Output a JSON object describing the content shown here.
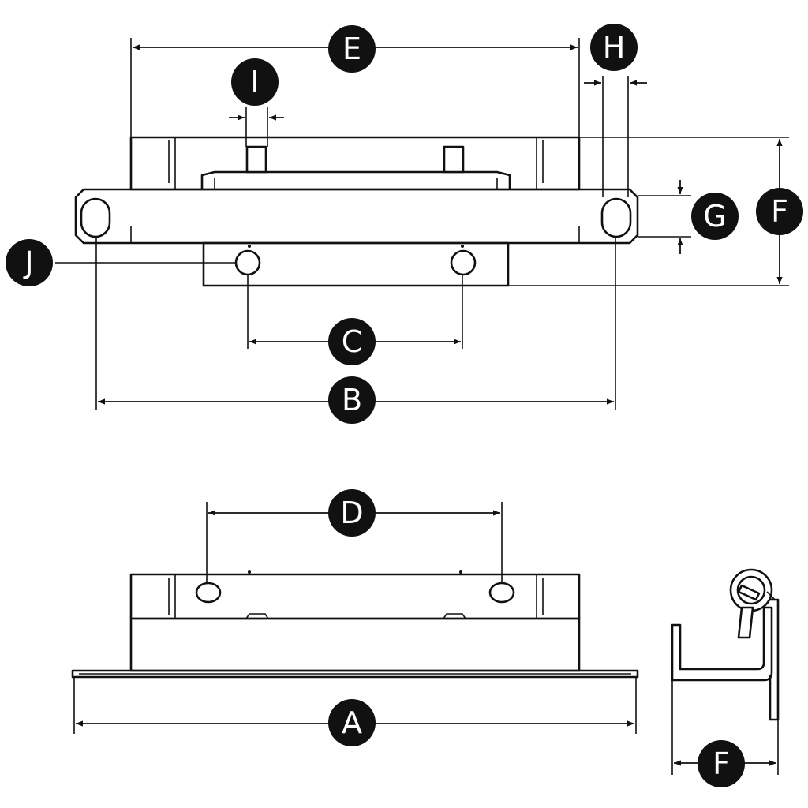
{
  "labels": {
    "a": "A",
    "b": "B",
    "c": "C",
    "d": "D",
    "e": "E",
    "f_top": "F",
    "f_side": "F",
    "g": "G",
    "h": "H",
    "i": "I",
    "j": "J"
  },
  "colors": {
    "ink": "#111111",
    "paper": "#ffffff"
  }
}
